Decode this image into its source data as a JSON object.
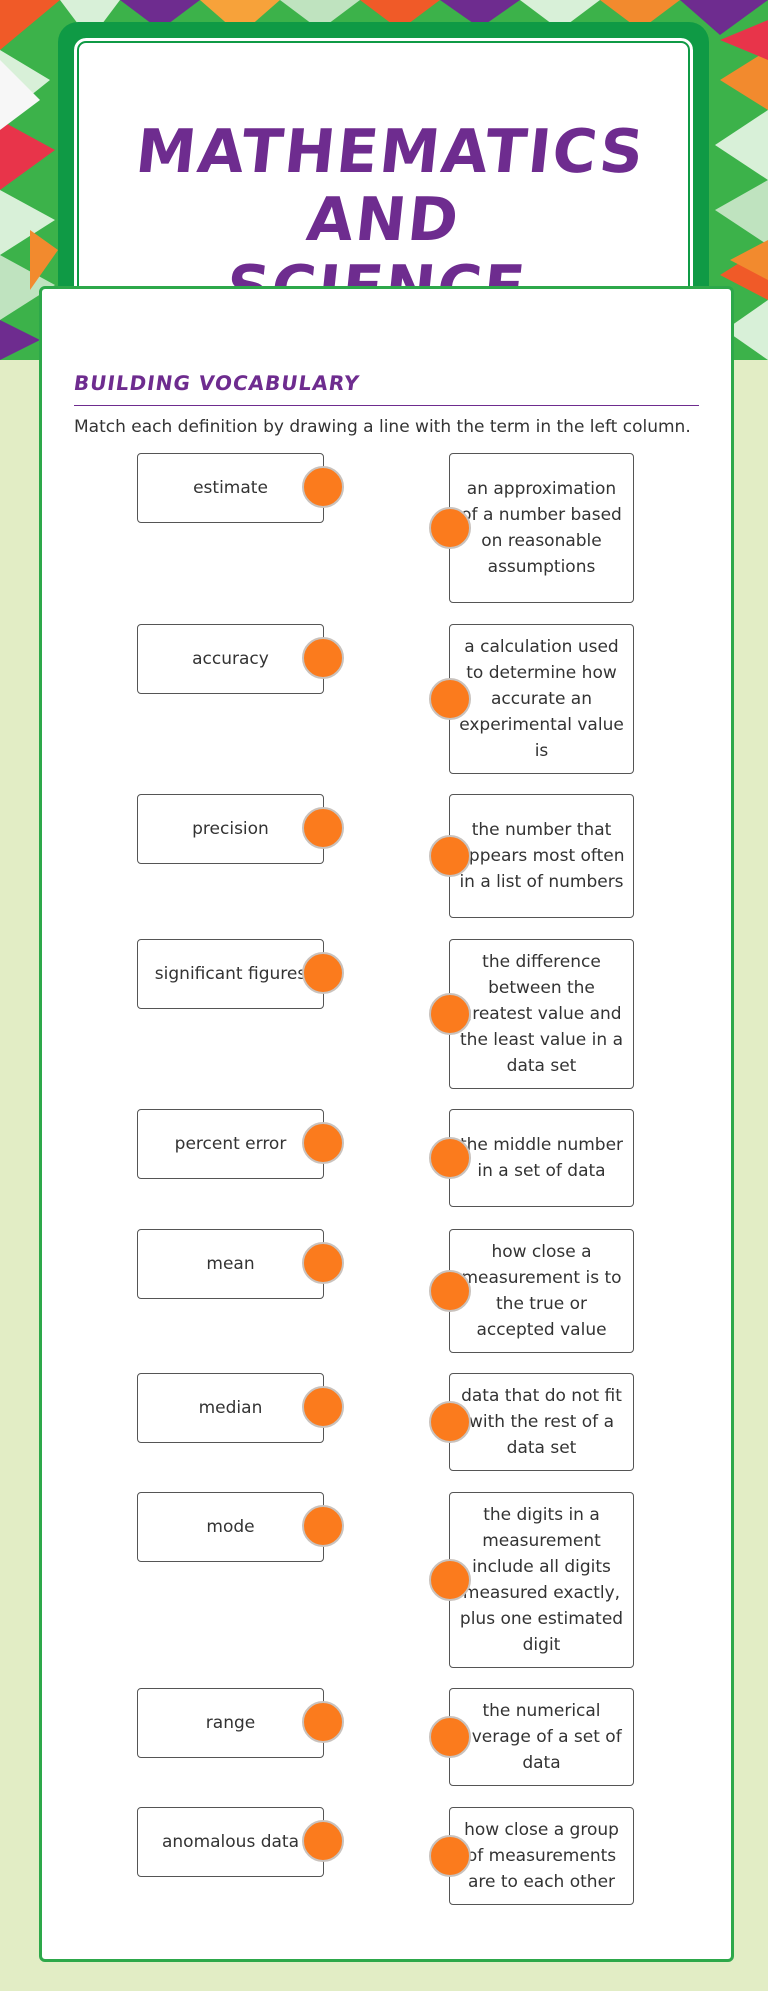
{
  "header": {
    "title_line1": "Mathematics and",
    "title_line2": "Science"
  },
  "section": {
    "title": "Building Vocabulary",
    "instructions": "Match each definition by drawing a line with the term in the left column."
  },
  "terms": [
    "estimate",
    "accuracy",
    "precision",
    "significant figures",
    "percent error",
    "mean",
    "median",
    "mode",
    "range",
    "anomalous data"
  ],
  "definitions": [
    "an approximation of a number based on reasonable assumptions",
    "a calculation used to determine how accurate an experimental value is",
    "the number that appears most often in a list of numbers",
    "the difference between the greatest value and the least value in a data set",
    "the middle number in a set of data",
    "how close a measurement is to the true or accepted value",
    "data that do not fit with the rest of a data set",
    "the digits in a measurement include all digits measured exactly, plus one estimated digit",
    "the numerical average of a set of data",
    "how close a group of measurements are to each other"
  ],
  "colors": {
    "title_purple": "#6e2c8f",
    "frame_green": "#0f9a45",
    "dot_orange": "#fb7b1d",
    "page_background": "#e2edc5"
  }
}
